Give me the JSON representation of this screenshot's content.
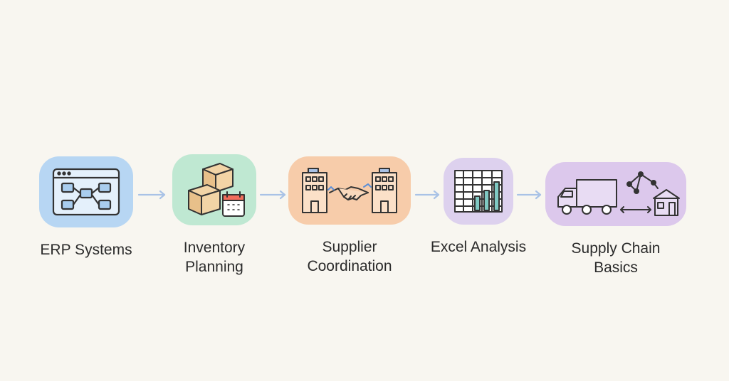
{
  "steps": [
    {
      "id": "erp",
      "label_lines": [
        "ERP Systems"
      ],
      "icon": "erp-window-diagram-icon",
      "color": "#b7d6f3"
    },
    {
      "id": "inventory",
      "label_lines": [
        "Inventory",
        "Planning"
      ],
      "icon": "boxes-calendar-icon",
      "color": "#bfe8d2"
    },
    {
      "id": "supplier",
      "label_lines": [
        "Supplier",
        "Coordination"
      ],
      "icon": "buildings-handshake-icon",
      "color": "#f7ccaa"
    },
    {
      "id": "excel",
      "label_lines": [
        "Excel Analysis"
      ],
      "icon": "spreadsheet-chart-icon",
      "color": "#ddd1ee"
    },
    {
      "id": "supply",
      "label_lines": [
        "Supply Chain",
        "Basics"
      ],
      "icon": "truck-network-house-icon",
      "color": "#dcc8ec"
    }
  ],
  "connector": {
    "icon": "arrow-right-icon",
    "color": "#a9c2e6"
  },
  "icon_stroke_color": "#333333"
}
